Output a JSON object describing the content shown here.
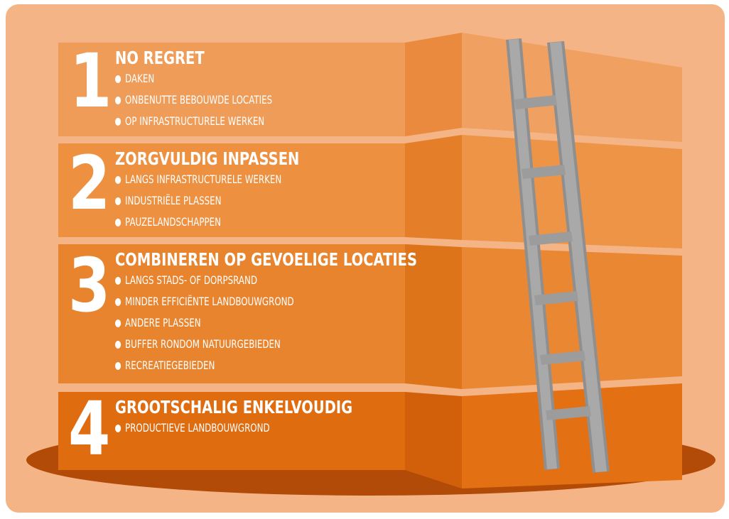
{
  "colors": {
    "background_panel": "#f4b486",
    "tier1": "#ee9b55",
    "tier2": "#ec8e3f",
    "tier3": "#e8822c",
    "tier4": "#e06c10",
    "shadow": "#b34b08",
    "ladder": "#a7a7a7",
    "text": "#ffffff"
  },
  "tiers": [
    {
      "number": "1",
      "title": "NO REGRET",
      "items": [
        "DAKEN",
        "ONBENUTTE BEBOUWDE LOCATIES",
        "OP INFRASTRUCTURELE WERKEN"
      ]
    },
    {
      "number": "2",
      "title": "ZORGVULDIG INPASSEN",
      "items": [
        "LANGS INFRASTRUCTURELE WERKEN",
        "INDUSTRIËLE PLASSEN",
        "PAUZELANDSCHAPPEN"
      ]
    },
    {
      "number": "3",
      "title": "COMBINEREN OP GEVOELIGE LOCATIES",
      "items": [
        "LANGS STADS- OF DORPSRAND",
        "MINDER EFFICIËNTE LANDBOUWGROND",
        "ANDERE PLASSEN",
        "BUFFER RONDOM NATUURGEBIEDEN",
        "RECREATIEGEBIEDEN"
      ]
    },
    {
      "number": "4",
      "title": "GROOTSCHALIG ENKELVOUDIG",
      "items": [
        "PRODUCTIEVE LANDBOUWGROND"
      ]
    }
  ]
}
